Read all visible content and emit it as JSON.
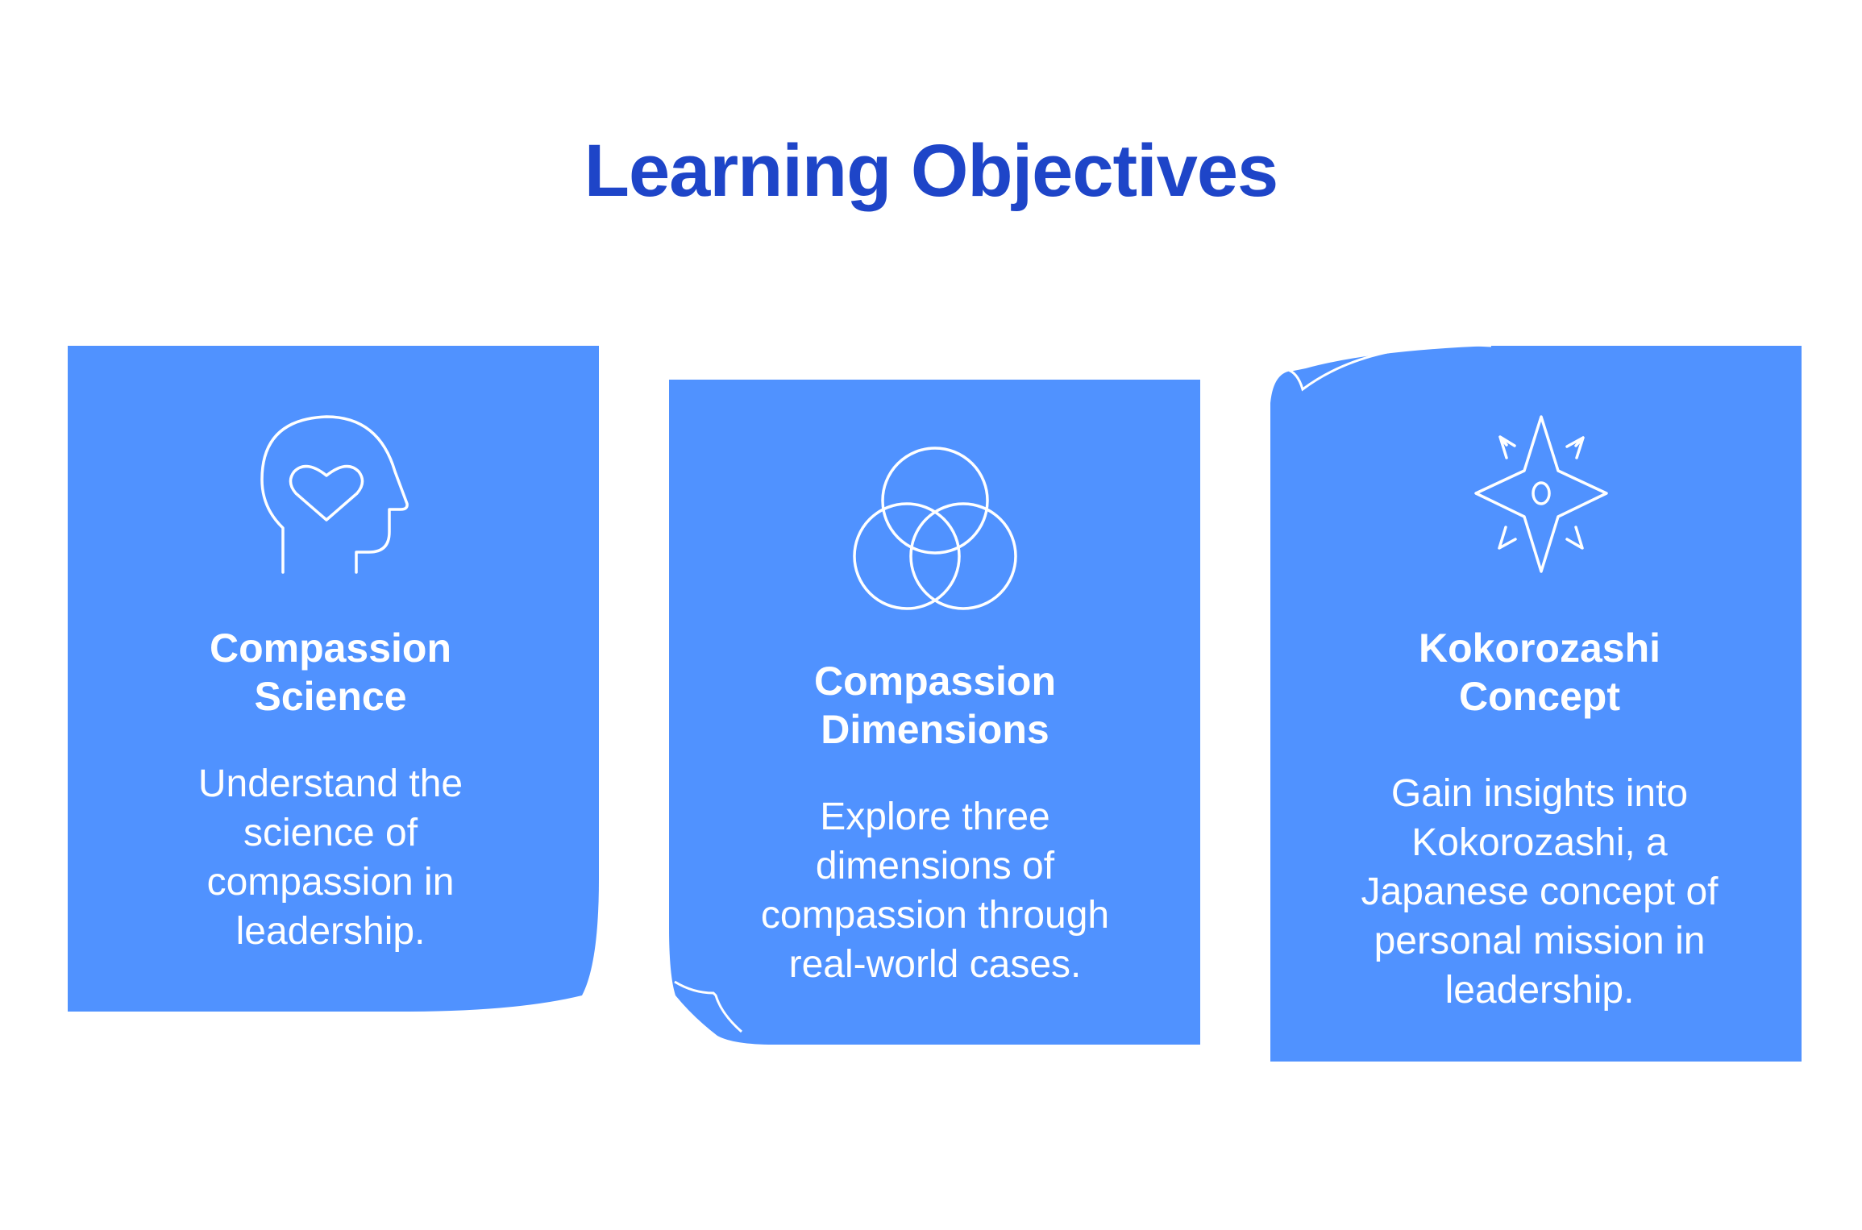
{
  "title": "Learning Objectives",
  "colors": {
    "title": "#1E45C8",
    "card": "#5092FF",
    "icon": "#FFFFFF"
  },
  "cards": [
    {
      "icon": "head-heart-icon",
      "heading": "Compassion Science",
      "body": "Understand the science of compassion in leadership."
    },
    {
      "icon": "venn-circles-icon",
      "heading": "Compassion Dimensions",
      "body": "Explore three dimensions of compassion through real-world cases."
    },
    {
      "icon": "compass-star-icon",
      "heading": "Kokorozashi Concept",
      "body": "Gain insights into Kokorozashi, a Japanese concept of personal mission in leadership."
    }
  ]
}
